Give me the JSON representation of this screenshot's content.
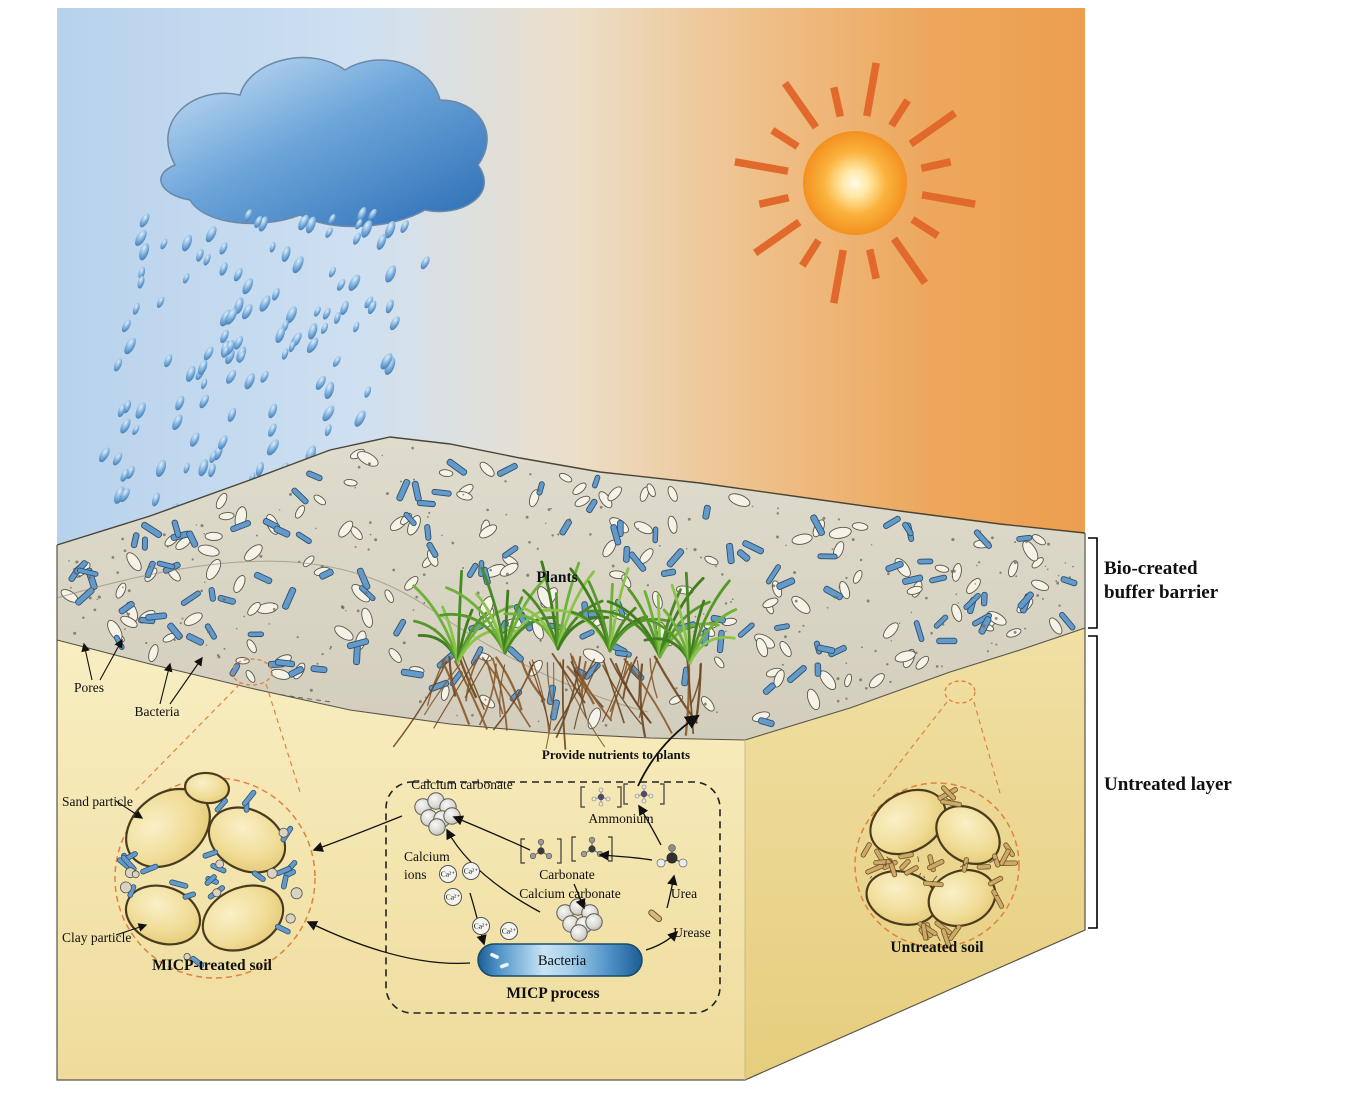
{
  "diagram": {
    "surface": {
      "plants": "Plants",
      "pores": "Pores",
      "bacteria": "Bacteria"
    },
    "left_inset": {
      "sand_particle": "Sand particle",
      "clay_particle": "Clay particle",
      "title": "MICP-treated soil"
    },
    "right_inset": {
      "title": "Untreated soil"
    },
    "process": {
      "title": "MICP process",
      "calcium_carbonate": "Calcium carbonate",
      "calcium_word": "Calcium",
      "ions_word": "ions",
      "carbonate": "Carbonate",
      "calcium_carbonate2": "Calcium carbonate",
      "ammonium": "Ammonium",
      "urea": "Urea",
      "urease": "Urease",
      "bacteria": "Bacteria",
      "ca_ion": "Ca²⁺",
      "nutrients": "Provide nutrients to plants"
    },
    "side_labels": {
      "buffer_line1": "Bio-created",
      "buffer_line2": "buffer barrier",
      "untreated_layer": "Untreated layer"
    },
    "colors": {
      "sky_blue": "#b7d2ec",
      "sky_orange": "#ec9f4e",
      "sun": "#f49b2a",
      "sun_ray": "#e2692c",
      "cloud": "#3b7ec6",
      "rain": "#4a86c0",
      "bacteria_rod": "#649ac9",
      "soil_texture": "#d9d4c4",
      "sand": "#f0dc96",
      "untreated_soil": "#f3e5ac",
      "accent_dashed": "#e0823f"
    }
  }
}
